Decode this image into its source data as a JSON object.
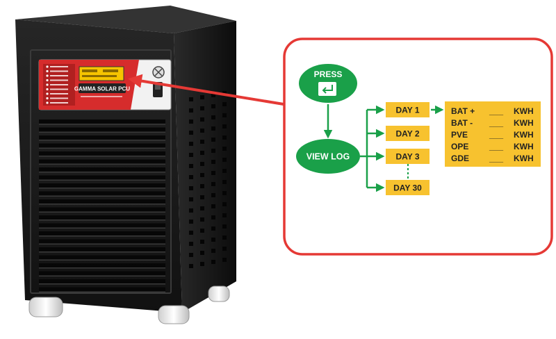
{
  "device": {
    "panel_title": "GAMMA SOLAR PCU"
  },
  "flow": {
    "press_label": "PRESS",
    "view_log_label": "VIEW LOG",
    "days": [
      "DAY 1",
      "DAY 2",
      "DAY 3",
      "DAY 30"
    ],
    "log_fields": [
      {
        "name": "BAT +",
        "blank": "___",
        "unit": "KWH"
      },
      {
        "name": "BAT -",
        "blank": "___",
        "unit": "KWH"
      },
      {
        "name": "PVE",
        "blank": "___",
        "unit": "KWH"
      },
      {
        "name": "OPE",
        "blank": "___",
        "unit": "KWH"
      },
      {
        "name": "GDE",
        "blank": "___",
        "unit": "KWH"
      }
    ]
  },
  "colors": {
    "callout_border": "#e53935",
    "node_green": "#1aa049",
    "day_box": "#f7c22f",
    "cabinet": "#1a1a1a",
    "panel_red": "#d62c2c"
  }
}
